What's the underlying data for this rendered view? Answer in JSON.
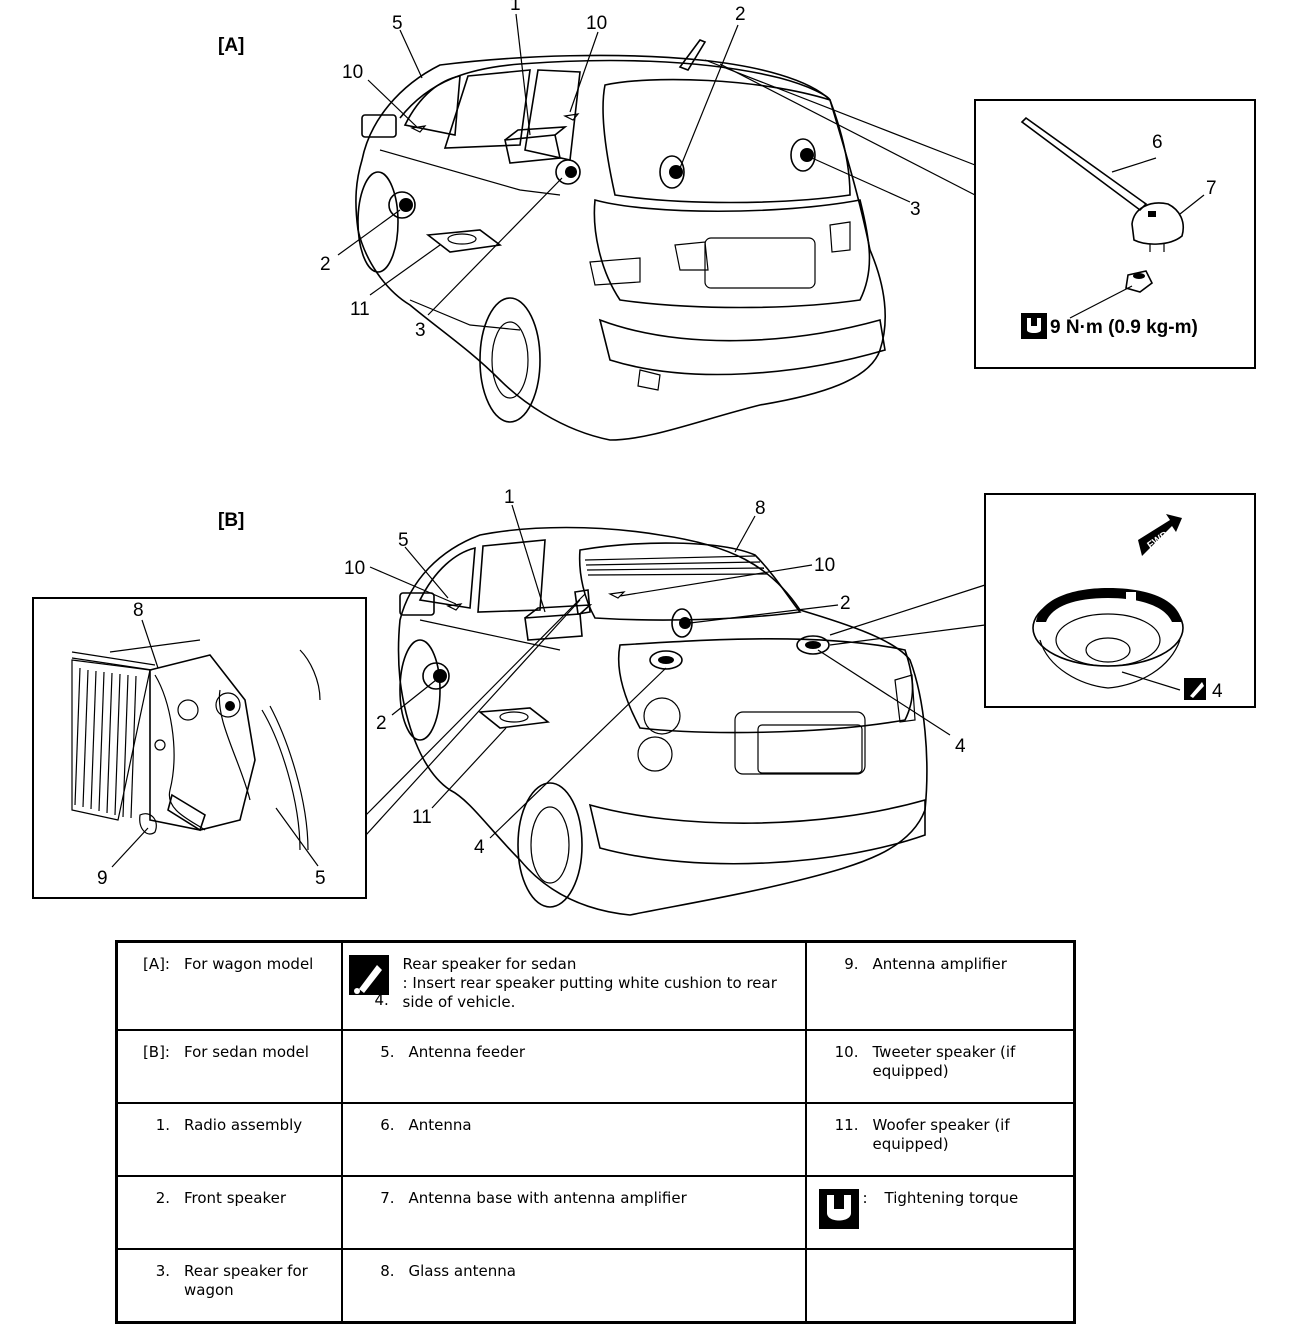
{
  "diagram": {
    "section_a": "[A]",
    "section_b": "[B]",
    "torque_spec": "9 N·m (0.9 kg-m)",
    "fwd_mark": "FWD",
    "callouts_a": [
      "1",
      "2",
      "3",
      "2",
      "3",
      "5",
      "10",
      "10",
      "11",
      "6",
      "7"
    ],
    "callouts_b": [
      "1",
      "2",
      "2",
      "4",
      "4",
      "4",
      "5",
      "8",
      "10",
      "10",
      "11",
      "8",
      "9",
      "5"
    ]
  },
  "legend": {
    "rows": [
      [
        {
          "key": "[A]:",
          "text": "For wagon model"
        },
        {
          "key": "4.",
          "text": "Rear speaker for sedan\n: Insert rear speaker putting white cushion to rear side of vehicle.",
          "icon": "rear-speaker-cushion-icon"
        },
        {
          "key": "9.",
          "text": "Antenna amplifier"
        }
      ],
      [
        {
          "key": "[B]:",
          "text": "For sedan model"
        },
        {
          "key": "5.",
          "text": "Antenna feeder"
        },
        {
          "key": "10.",
          "text": "Tweeter speaker (if equipped)"
        }
      ],
      [
        {
          "key": "1.",
          "text": "Radio assembly"
        },
        {
          "key": "6.",
          "text": "Antenna"
        },
        {
          "key": "11.",
          "text": "Woofer speaker (if equipped)"
        }
      ],
      [
        {
          "key": "2.",
          "text": "Front speaker"
        },
        {
          "key": "7.",
          "text": "Antenna base with antenna amplifier"
        },
        {
          "key": ":",
          "text": "Tightening torque",
          "icon": "tightening-torque-icon"
        }
      ],
      [
        {
          "key": "3.",
          "text": "Rear speaker for wagon"
        },
        {
          "key": "8.",
          "text": "Glass antenna"
        },
        {
          "key": "",
          "text": ""
        }
      ]
    ]
  }
}
